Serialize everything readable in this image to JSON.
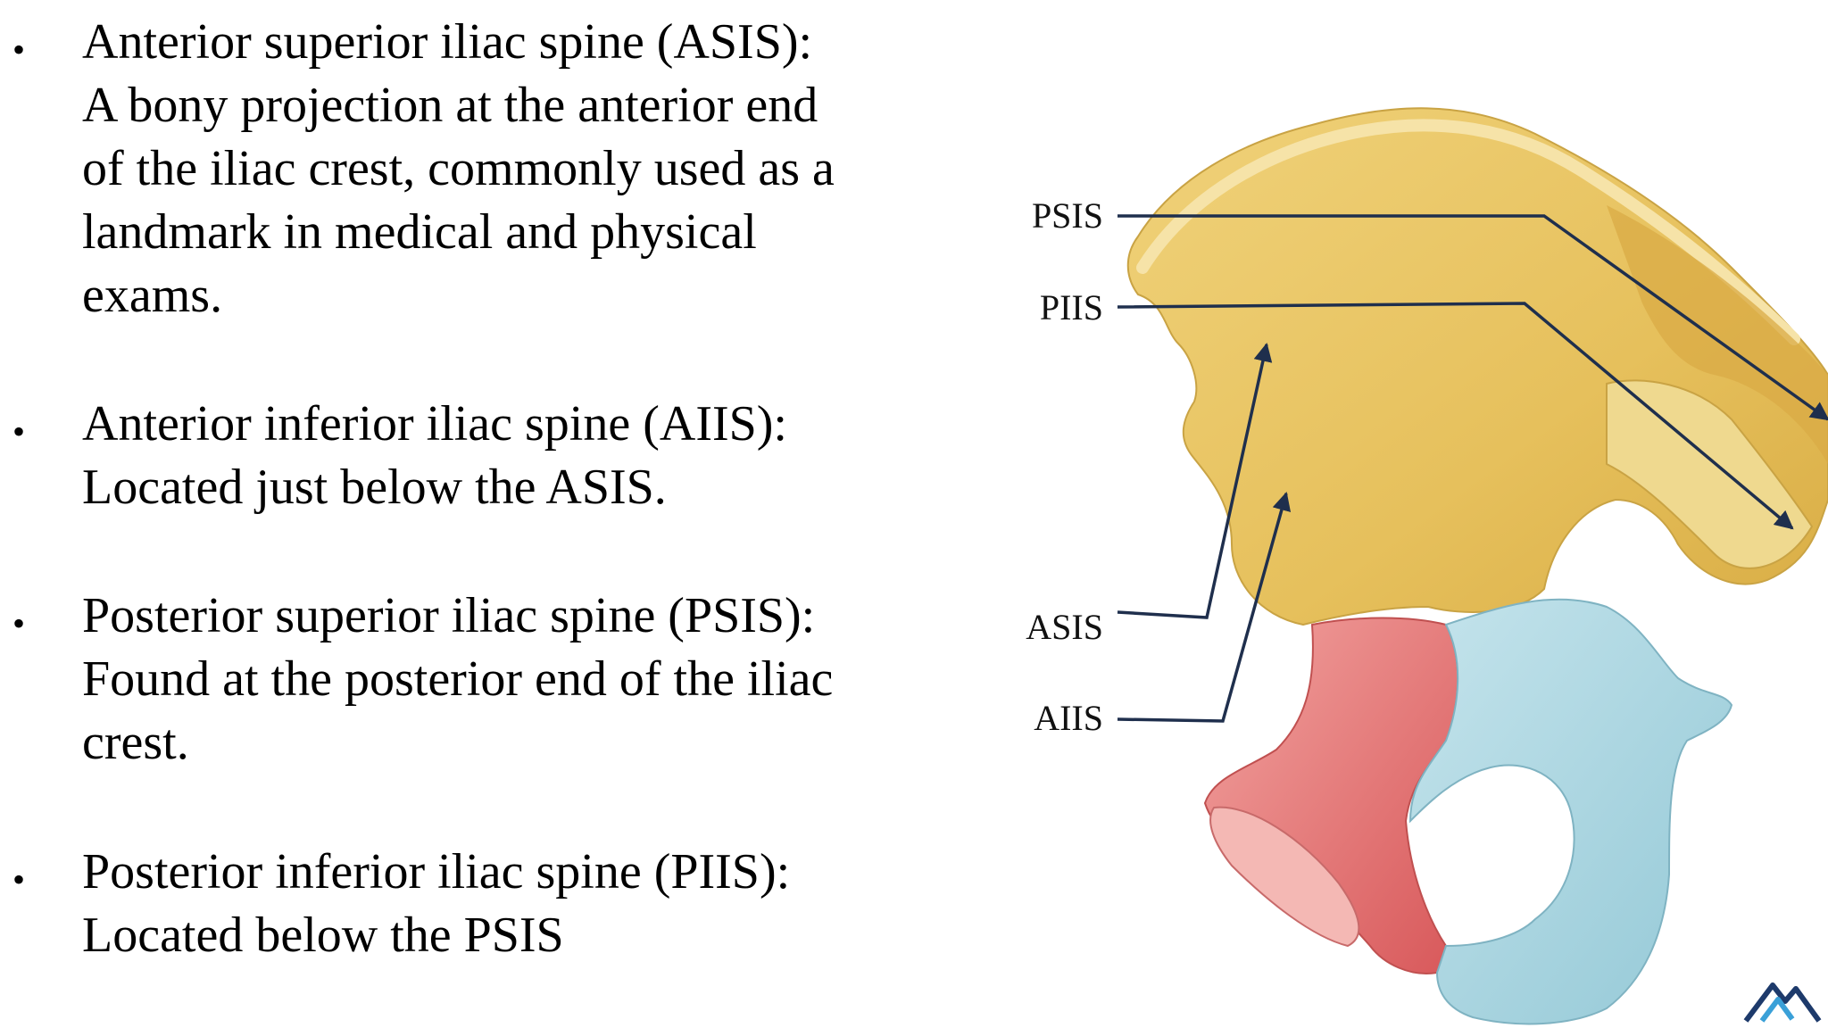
{
  "bullets": [
    {
      "marker": "•",
      "text": "Anterior superior iliac spine (ASIS):\nA bony projection at the anterior end\nof the iliac crest, commonly used as a\nlandmark in medical and physical\nexams."
    },
    {
      "marker": "•",
      "text": "Anterior inferior iliac spine (AIIS):\nLocated just below the ASIS."
    },
    {
      "marker": "•",
      "text": "Posterior superior iliac spine (PSIS):\nFound at the posterior end of the iliac\ncrest."
    },
    {
      "marker": "•",
      "text": "Posterior inferior iliac spine (PIIS):\nLocated below the PSIS"
    }
  ],
  "diagram": {
    "labels": {
      "psis": "PSIS",
      "piis": "PIIS",
      "asis": "ASIS",
      "aiis": "AIIS"
    },
    "colors": {
      "ilium": "#e8c766",
      "ischium": "#e2797a",
      "pubis": "#a9d6e2",
      "callout_line": "#1f2f4d"
    }
  }
}
